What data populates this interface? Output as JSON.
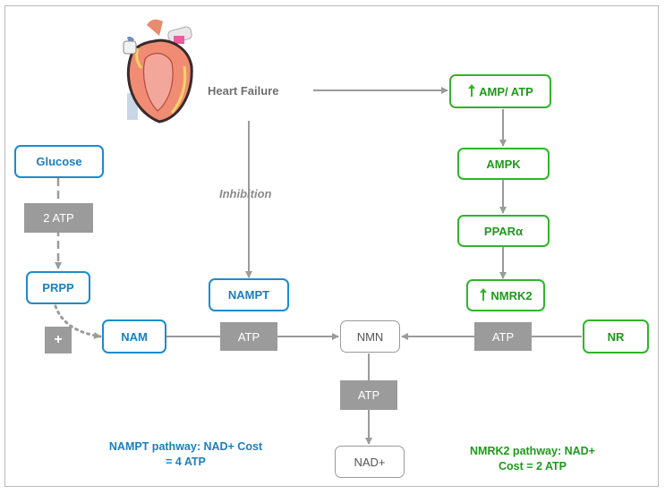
{
  "colors": {
    "blue": "#1c8bcf",
    "green": "#2fb52a",
    "gray": "#9b9b9b"
  },
  "icons": {
    "heart": "heart-illustration-icon",
    "up_arrow": "up-arrow-icon",
    "plus": "plus-icon"
  },
  "labels": {
    "heart_failure": "Heart Failure",
    "inhibition": "Inhibition"
  },
  "nodes": {
    "glucose": "Glucose",
    "prpp": "PRPP",
    "nam": "NAM",
    "nampt": "NAMPT",
    "nmn": "NMN",
    "nad": "NAD+",
    "nr": "NR",
    "amp_atp": "AMP/ ATP",
    "ampk": "AMPK",
    "ppara": "PPARα",
    "nmrk2": "NMRK2"
  },
  "cost_boxes": {
    "glucose_atp": "2 ATP",
    "plus": "+",
    "nam_atp": "ATP",
    "nr_atp": "ATP",
    "nmn_atp": "ATP"
  },
  "summaries": {
    "nampt_line1": "NAMPT pathway: NAD+ Cost",
    "nampt_line2": "= 4 ATP",
    "nmrk2_line1": "NMRK2 pathway: NAD+",
    "nmrk2_line2": "Cost = 2 ATP"
  }
}
